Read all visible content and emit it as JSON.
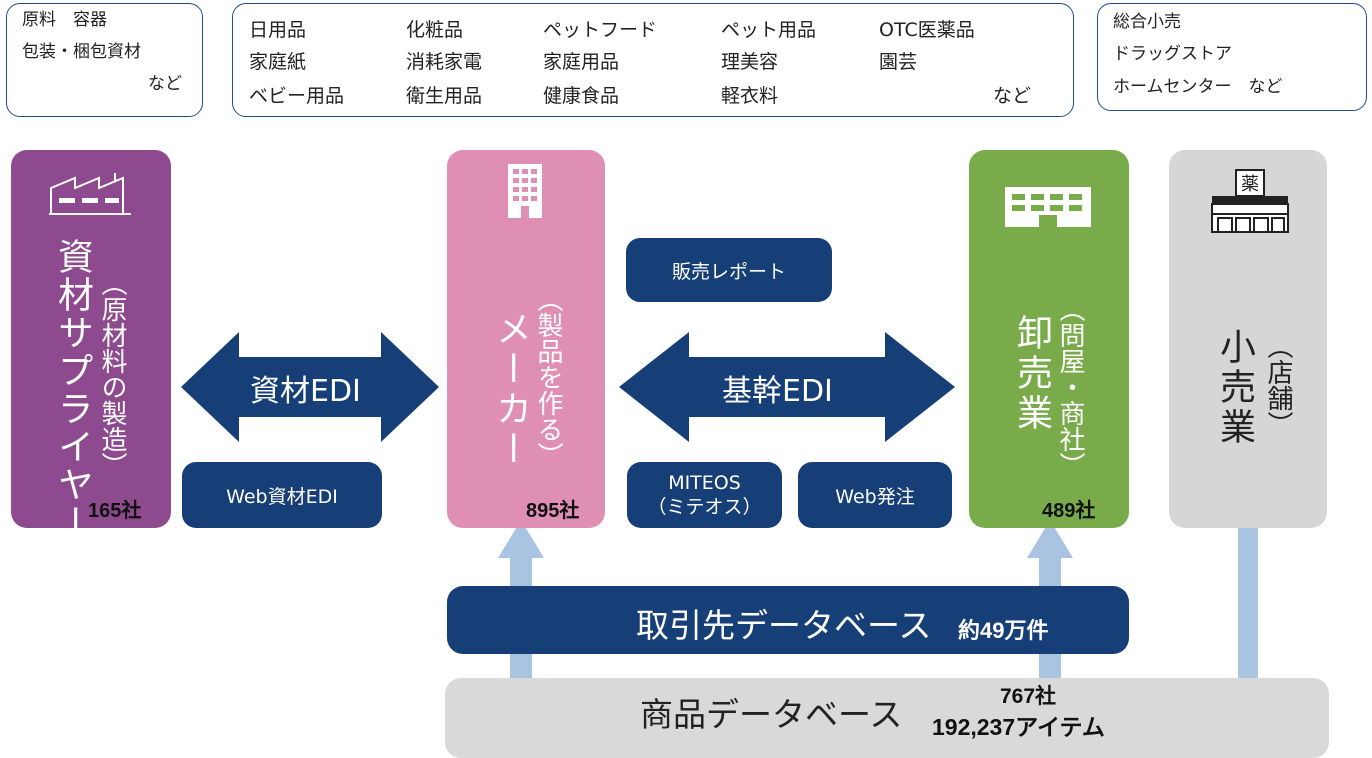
{
  "categories": {
    "materials": {
      "line1": "原料　容器",
      "line2": "包装・梱包資材",
      "line3": "など"
    },
    "products": {
      "row1": [
        "日用品",
        "化粧品",
        "ペットフード",
        "ペット用品",
        "OTC医薬品"
      ],
      "row2": [
        "家庭紙",
        "消耗家電",
        "家庭用品",
        "理美容",
        "園芸"
      ],
      "row3": [
        "ベビー用品",
        "衛生用品",
        "健康食品",
        "軽衣料",
        "など"
      ]
    },
    "retail": {
      "line1": "総合小売",
      "line2": "ドラッグストア",
      "line3": "ホームセンター　など"
    }
  },
  "columns": {
    "supplier": {
      "title": "資材サプライヤー",
      "subtitle": "（原材料の製造）",
      "count": "165社",
      "color": "#8e4a8e",
      "icon": "factory-icon"
    },
    "maker": {
      "title": "メーカー",
      "subtitle": "（製品を作る）",
      "count": "895社",
      "color": "#e08fb4",
      "icon": "building-icon"
    },
    "wholesale": {
      "title": "卸売業",
      "subtitle": "（問屋・商社）",
      "count": "489社",
      "color": "#7aab4a",
      "icon": "office-icon"
    },
    "retail": {
      "title": "小売業",
      "subtitle": "（店舗）",
      "count": "",
      "color": "#d6d6d6",
      "icon": "store-icon"
    }
  },
  "edi": {
    "material_edi": "資材EDI",
    "core_edi": "基幹EDI",
    "web_material_edi": "Web資材EDI",
    "sales_report": "販売レポート",
    "miteos_line1": "MITEOS",
    "miteos_line2": "（ミテオス）",
    "web_order": "Web発注"
  },
  "databases": {
    "partner_db": {
      "label": "取引先データベース",
      "count": "約49万件",
      "color": "#173f77"
    },
    "product_db": {
      "label": "商品データベース",
      "count_line1": "767社",
      "count_line2": "192,237アイテム",
      "color": "#d9d9d9"
    }
  },
  "colors": {
    "navy": "#173f77",
    "arrow_light": "#a9c4e0",
    "box_border": "#1f4e89"
  }
}
